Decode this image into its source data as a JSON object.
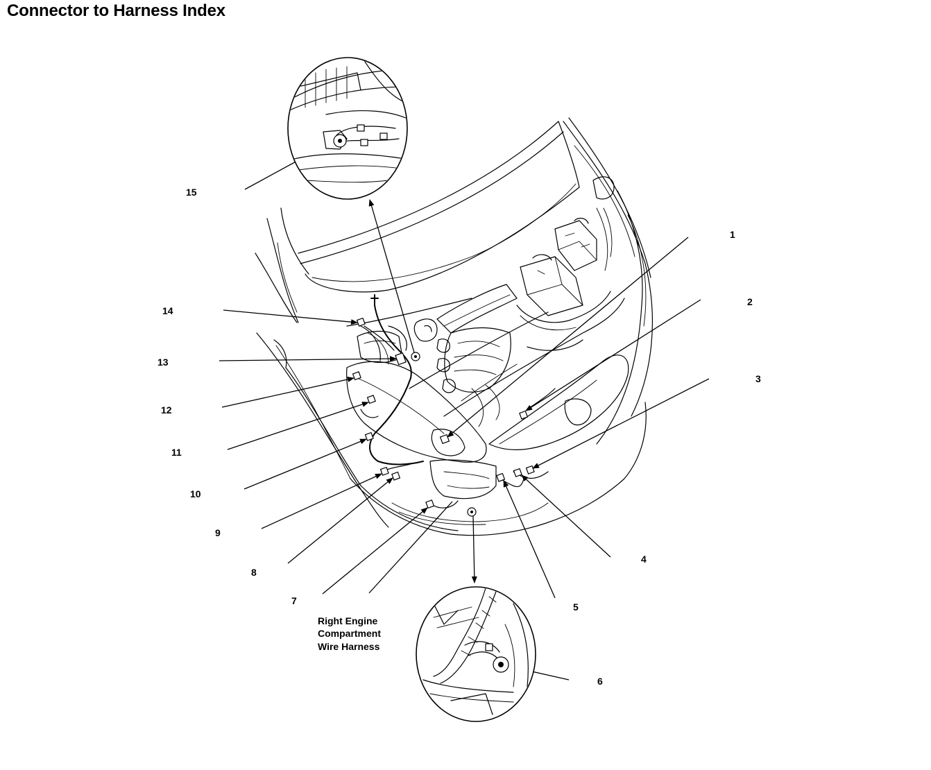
{
  "page": {
    "title": "Connector to Harness Index"
  },
  "callouts": [
    {
      "id": "1",
      "label": "1"
    },
    {
      "id": "2",
      "label": "2"
    },
    {
      "id": "3",
      "label": "3"
    },
    {
      "id": "4",
      "label": "4"
    },
    {
      "id": "5",
      "label": "5"
    },
    {
      "id": "6",
      "label": "6"
    },
    {
      "id": "7",
      "label": "7"
    },
    {
      "id": "8",
      "label": "8"
    },
    {
      "id": "9",
      "label": "9"
    },
    {
      "id": "10",
      "label": "10"
    },
    {
      "id": "11",
      "label": "11"
    },
    {
      "id": "12",
      "label": "12"
    },
    {
      "id": "13",
      "label": "13"
    },
    {
      "id": "14",
      "label": "14"
    },
    {
      "id": "15",
      "label": "15"
    }
  ],
  "harness_label": {
    "lines": [
      "Right Engine",
      "Compartment",
      "Wire Harness"
    ]
  }
}
